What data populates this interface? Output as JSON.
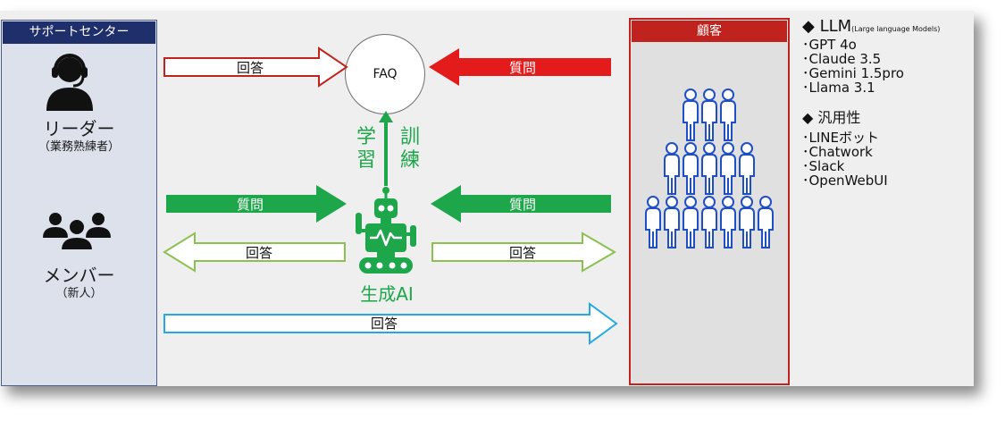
{
  "support": {
    "header": "サポートセンター",
    "leader": {
      "name": "リーダー",
      "sub": "（業務熟練者）"
    },
    "member": {
      "name": "メンバー",
      "sub": "（新人）"
    }
  },
  "customer": {
    "header": "顧客"
  },
  "faq": {
    "label": "FAQ"
  },
  "arrows": {
    "leader_answer": "回答",
    "customer_question_faq": "質問",
    "member_question": "質問",
    "member_answer": "回答",
    "customer_question_ai": "質問",
    "ai_answer_customer": "回答",
    "member_direct_answer": "回答"
  },
  "training": {
    "learn": [
      "学",
      "習"
    ],
    "train": [
      "訓",
      "練"
    ]
  },
  "genai": {
    "label": "生成AI"
  },
  "info": {
    "llm_title": "◆ LLM",
    "llm_note": "(Large language Models)",
    "llm_items": [
      "･GPT 4o",
      "･Claude 3.5",
      "･Gemini 1.5pro",
      "･Llama 3.1"
    ],
    "versatility_title": "◆ 汎用性",
    "versatility_items": [
      "･LINEボット",
      "･Chatwork",
      "･Slack",
      "･OpenWebUI"
    ]
  },
  "colors": {
    "navy": "#1f2f6c",
    "red": "#c0231d",
    "green": "#1ea64a",
    "light_green": "#8cc152",
    "cyan": "#26a9e0",
    "customer_blue": "#1f4fc4"
  }
}
